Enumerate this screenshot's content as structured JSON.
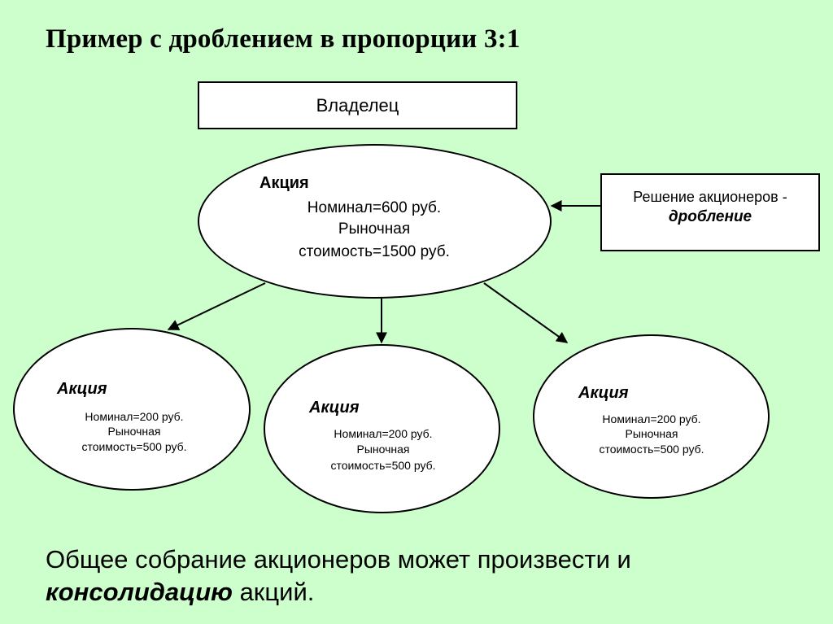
{
  "title": "Пример с дроблением в пропорции 3:1",
  "owner": "Владелец",
  "decision": {
    "line1": "Решение акционеров -",
    "line2": "дробление"
  },
  "main_share": {
    "header": "Акция",
    "line1": "Номинал=600 руб.",
    "line2": "Рыночная",
    "line3": "стоимость=1500 руб."
  },
  "child_shares": [
    {
      "header": "Акция",
      "line1": "Номинал=200 руб.",
      "line2": "Рыночная",
      "line3": "стоимость=500 руб."
    },
    {
      "header": "Акция",
      "line1": "Номинал=200 руб.",
      "line2": "Рыночная",
      "line3": "стоимость=500 руб."
    },
    {
      "header": "Акция",
      "line1": "Номинал=200 руб.",
      "line2": "Рыночная",
      "line3": "стоимость=500 руб."
    }
  ],
  "footer": {
    "line1": "Общее собрание акционеров может произвести и",
    "emph": "консолидацию",
    "rest": " акций."
  },
  "colors": {
    "background": "#ccffcc",
    "shape_fill": "#ffffff",
    "line": "#000000"
  }
}
